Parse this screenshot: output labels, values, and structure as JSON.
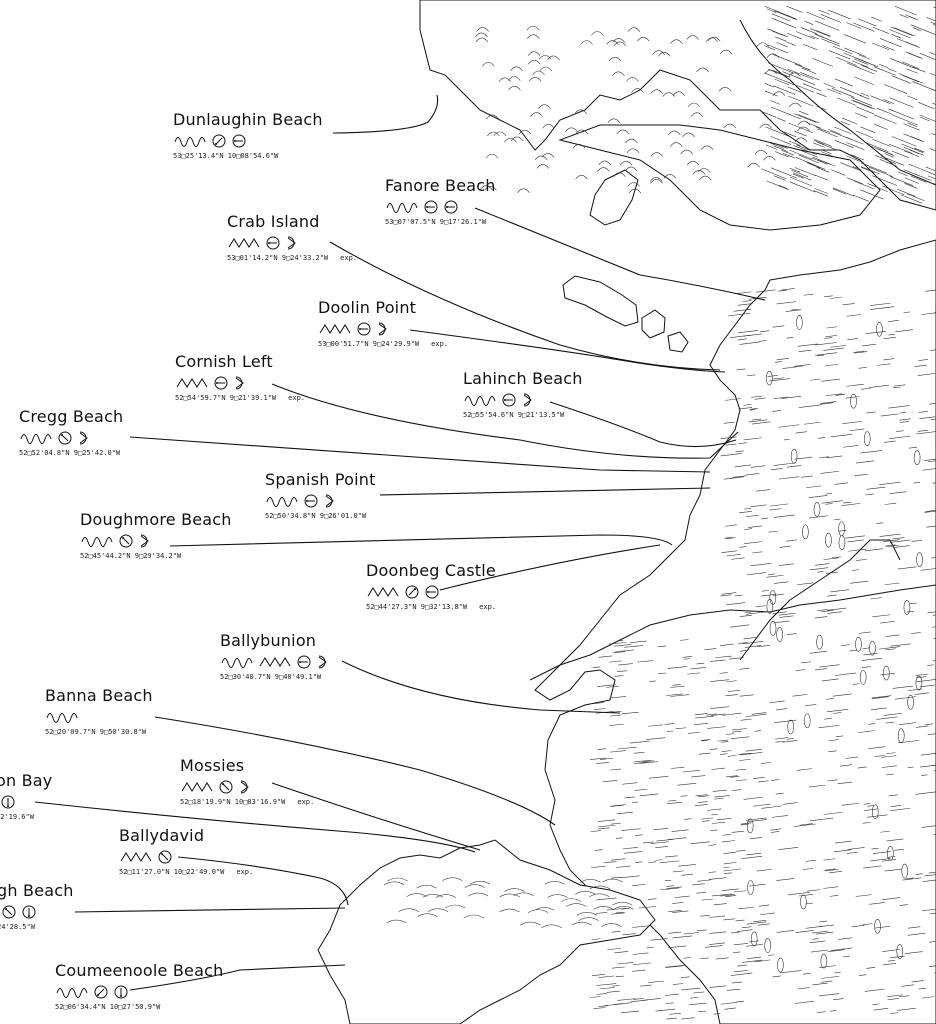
{
  "spots": [
    {
      "id": "dunlaughin",
      "name": "Dunlaughin Beach",
      "coords": "53□25'13.4\"N 10□08'54.6\"W",
      "exp": "",
      "wave": "sine",
      "arrows": [
        "sw",
        "w"
      ]
    },
    {
      "id": "fanore",
      "name": "Fanore Beach",
      "coords": "53□07'07.5\"N 9□17'26.1\"W",
      "exp": "",
      "wave": "sine",
      "arrows": [
        "w",
        "w"
      ]
    },
    {
      "id": "crab",
      "name": "Crab Island",
      "coords": "53□01'14.2\"N 9□24'33.2\"W",
      "exp": "exp.",
      "wave": "zigzag",
      "arrows": [
        "w",
        "e"
      ]
    },
    {
      "id": "doolin",
      "name": "Doolin Point",
      "coords": "53□00'51.7\"N 9□24'29.9\"W",
      "exp": "exp.",
      "wave": "zigzag",
      "arrows": [
        "w",
        "e"
      ]
    },
    {
      "id": "cornish",
      "name": "Cornish Left",
      "coords": "52□54'59.7\"N 9□21'39.1\"W",
      "exp": "exp.",
      "wave": "zigzag",
      "arrows": [
        "w",
        "e"
      ]
    },
    {
      "id": "lahinch",
      "name": "Lahinch Beach",
      "coords": "52□55'54.6\"N 9□21'13.5\"W",
      "exp": "",
      "wave": "sine",
      "arrows": [
        "w",
        "e"
      ]
    },
    {
      "id": "cregg",
      "name": "Cregg Beach",
      "coords": "52□52'04.8\"N 9□25'42.0\"W",
      "exp": "",
      "wave": "sine",
      "arrows": [
        "nw",
        "e"
      ]
    },
    {
      "id": "spanish",
      "name": "Spanish Point",
      "coords": "52□50'34.8\"N 9□26'01.0\"W",
      "exp": "",
      "wave": "sine",
      "arrows": [
        "w",
        "e"
      ]
    },
    {
      "id": "doughmore",
      "name": "Doughmore Beach",
      "coords": "52□45'44.2\"N 9□29'34.2\"W",
      "exp": "",
      "wave": "sine",
      "arrows": [
        "nw",
        "e"
      ]
    },
    {
      "id": "doonbeg",
      "name": "Doonbeg Castle",
      "coords": "52□44'27.3\"N 9□32'13.8\"W",
      "exp": "exp.",
      "wave": "zigzag",
      "arrows": [
        "ne",
        "w"
      ]
    },
    {
      "id": "ballybunion",
      "name": "Ballybunion",
      "coords": "52□30'40.7\"N 9□40'49.1\"W",
      "exp": "",
      "wave": "sine-zigzag",
      "arrows": [
        "w",
        "e"
      ]
    },
    {
      "id": "banna",
      "name": "Banna Beach",
      "coords": "52□20'09.7\"N 9□50'30.8\"W",
      "exp": "",
      "wave": "sine",
      "arrows": []
    },
    {
      "id": "mossies",
      "name": "Mossies",
      "coords": "52□18'19.9\"N 10□03'16.9\"W",
      "exp": "exp.",
      "wave": "zigzag",
      "arrows": [
        "nw",
        "e"
      ]
    },
    {
      "id": "brandon",
      "name": "on Bay",
      "coords": "02'19.6\"W",
      "exp": "",
      "wave": "none",
      "arrows": [
        "s"
      ]
    },
    {
      "id": "ballydavid",
      "name": "Ballydavid",
      "coords": "52□11'27.0\"N 10□22'49.0\"W",
      "exp": "exp.",
      "wave": "zigzag",
      "arrows": [
        "nw"
      ]
    },
    {
      "id": "gh",
      "name": "gh Beach",
      "coords": "24'28.5\"W",
      "exp": "",
      "wave": "none",
      "arrows": [
        "nw",
        "s"
      ]
    },
    {
      "id": "coumeenoole",
      "name": "Coumeenoole Beach",
      "coords": "52□06'34.4\"N 10□27'50.9\"W",
      "exp": "",
      "wave": "sine",
      "arrows": [
        "sw",
        "s"
      ]
    }
  ],
  "colors": {
    "ink": "#111111",
    "land": "#ffffff",
    "sea": "#ffffff"
  }
}
